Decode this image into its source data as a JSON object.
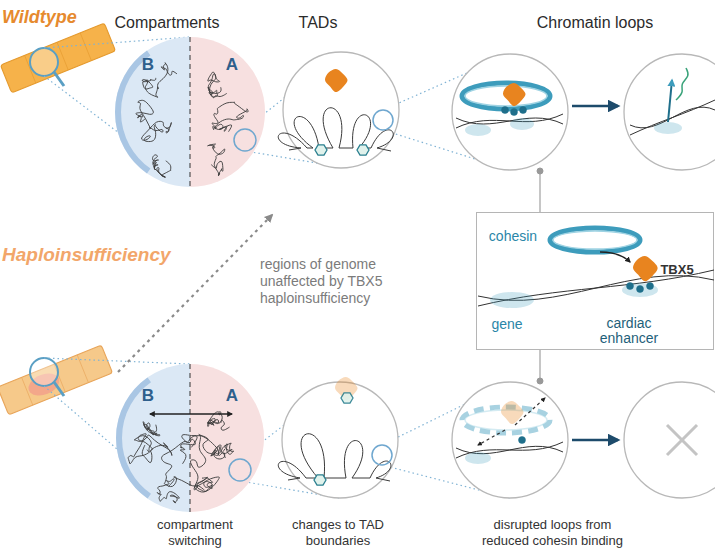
{
  "diagram": {
    "nodes": [
      {
        "text": [
          "B",
          "A"
        ]
      },
      {
        "text": [
          "cohesin",
          "TBX5",
          "gene",
          "cardiac enhancer"
        ]
      },
      {
        "text": [
          "B",
          "A"
        ]
      }
    ],
    "labels": [
      "Wildtype",
      "Compartments",
      "TADs",
      "Chromatin loops",
      "Haploinsufficiency",
      "regions of genome unaffected by TBX5 haploinsufficiency",
      "compartment switching",
      "changes to TAD boundaries",
      "disrupted loops from reduced cohesin binding"
    ]
  }
}
